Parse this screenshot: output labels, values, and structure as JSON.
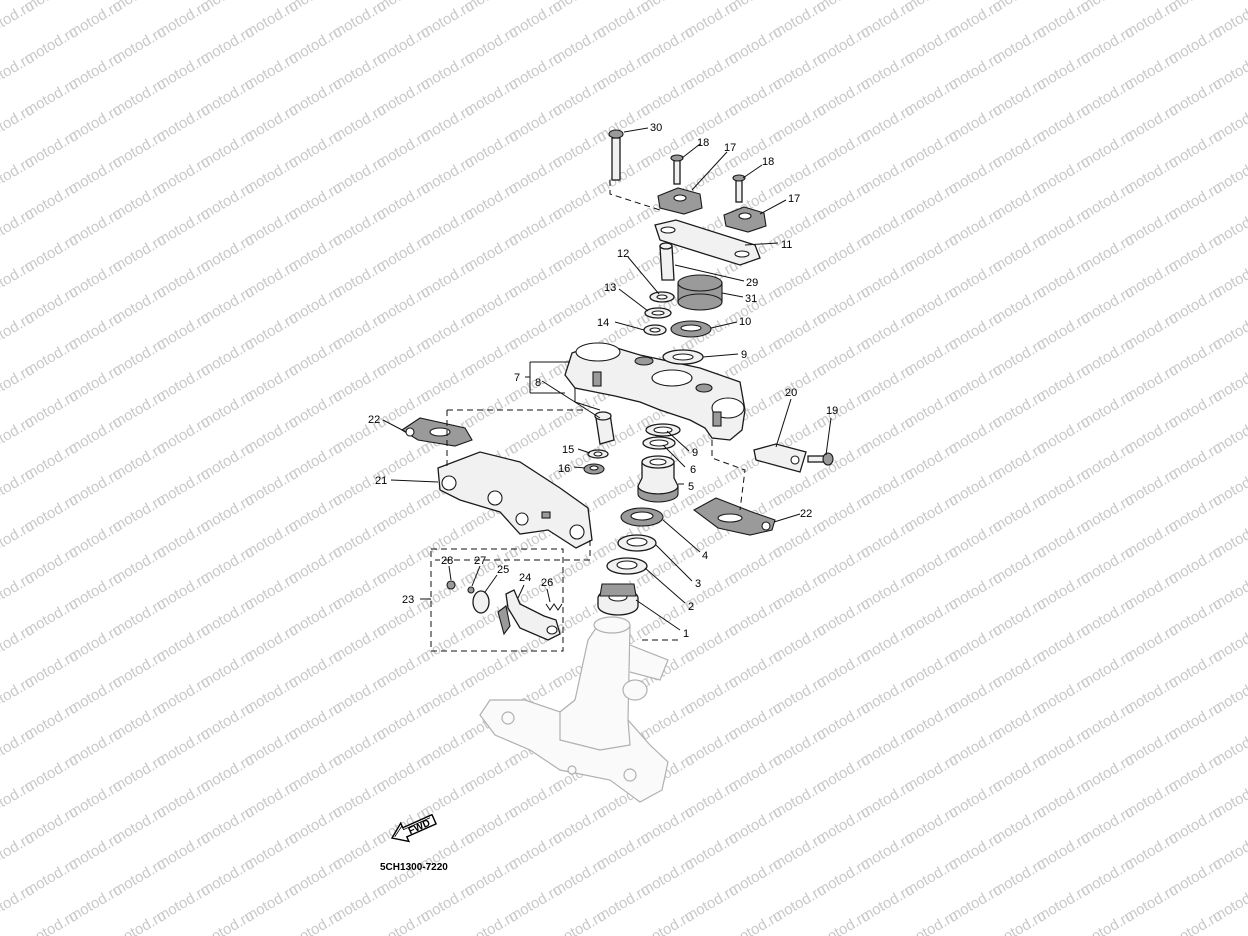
{
  "watermark": "motod.ru",
  "diagram_code": "5CH1300-7220",
  "fwd_label": "FWD",
  "callouts": {
    "c1": "1",
    "c2": "2",
    "c3": "3",
    "c4": "4",
    "c5": "5",
    "c6": "6",
    "c7": "7",
    "c8": "8",
    "c9a": "9",
    "c9b": "9",
    "c10": "10",
    "c11": "11",
    "c12": "12",
    "c13": "13",
    "c14": "14",
    "c15": "15",
    "c16": "16",
    "c17a": "17",
    "c17b": "17",
    "c18a": "18",
    "c18b": "18",
    "c19": "19",
    "c20": "20",
    "c21": "21",
    "c22a": "22",
    "c22b": "22",
    "c23": "23",
    "c24": "24",
    "c25": "25",
    "c26": "26",
    "c27": "27",
    "c28": "28",
    "c29": "29",
    "c30": "30",
    "c31": "31"
  }
}
